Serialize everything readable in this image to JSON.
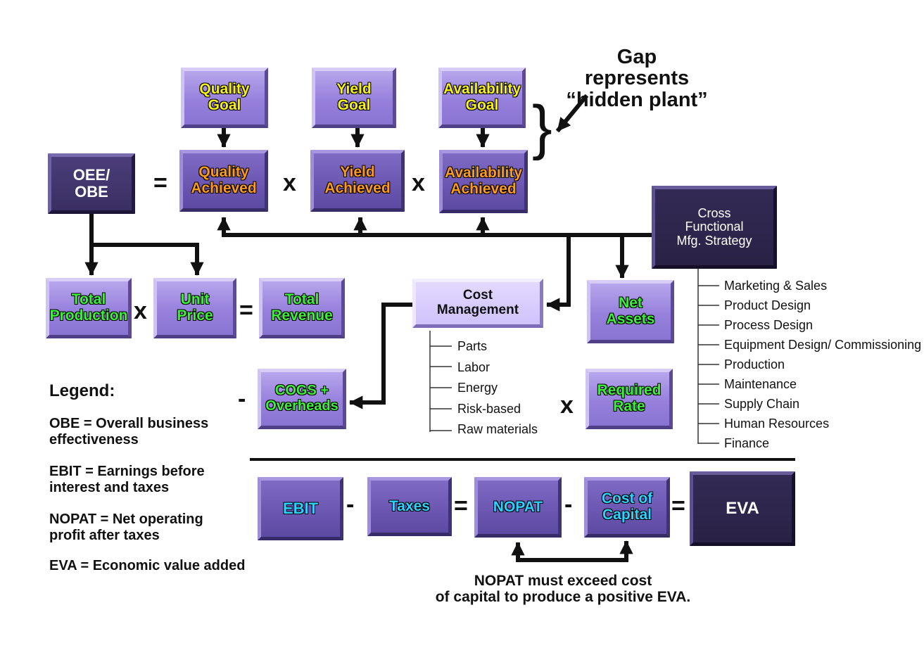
{
  "boxes": {
    "quality_goal": "Quality\nGoal",
    "yield_goal": "Yield\nGoal",
    "availability_goal": "Availability\nGoal",
    "oee_obe": "OEE/\nOBE",
    "quality_achieved": "Quality\nAchieved",
    "yield_achieved": "Yield\nAchieved",
    "availability_achieved": "Availability\nAchieved",
    "cross_functional": "Cross\nFunctional\nMfg. Strategy",
    "total_production": "Total\nProduction",
    "unit_price": "Unit\nPrice",
    "total_revenue": "Total\nRevenue",
    "cost_management": "Cost\nManagement",
    "net_assets": "Net\nAssets",
    "cogs_overheads": "COGS +\nOverheads",
    "required_rate": "Required\nRate",
    "ebit": "EBIT",
    "taxes": "Taxes",
    "nopat": "NOPAT",
    "cost_of_capital": "Cost of\nCapital",
    "eva": "EVA"
  },
  "operators": {
    "equals": "=",
    "times": "x",
    "minus": "-"
  },
  "gap_note": "Gap represents\n“hidden plant”",
  "gap_brace": "}",
  "cost_items": [
    "Parts",
    "Labor",
    "Energy",
    "Risk-based",
    "Raw materials"
  ],
  "strategy_items": [
    "Marketing & Sales",
    "Product Design",
    "Process Design",
    "Equipment Design/ Commissioning",
    "Production",
    "Maintenance",
    "Supply Chain",
    "Human Resources",
    "Finance"
  ],
  "legend": {
    "title": "Legend:",
    "items": [
      "OBE = Overall business effectiveness",
      "EBIT = Earnings before interest and taxes",
      "NOPAT = Net operating profit after taxes",
      "EVA = Economic value added"
    ]
  },
  "footnote": "NOPAT must exceed cost\nof capital to produce a positive EVA.",
  "colors": {
    "goal_text": "#f7f01a",
    "achieved_text": "#ff9a1c",
    "revenue_text": "#3cf03c",
    "eva_text": "#2ed2ff",
    "connector": "#111111"
  }
}
